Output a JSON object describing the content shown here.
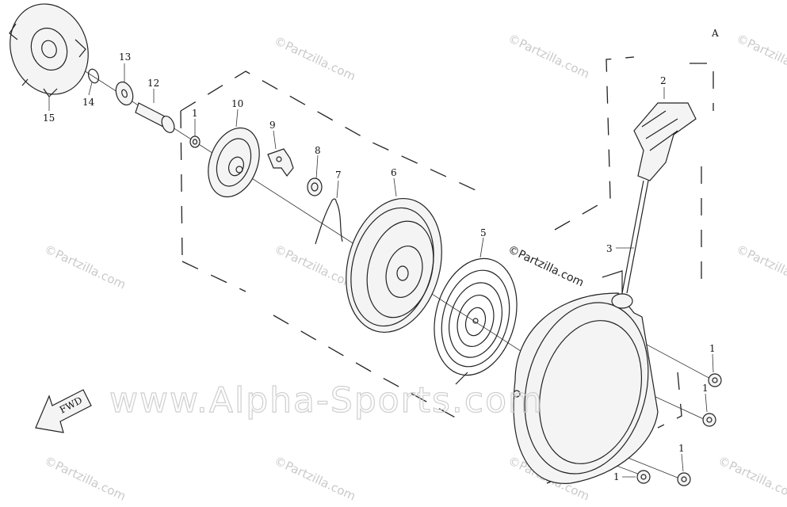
{
  "diagram": {
    "callouts": {
      "p1a": "1",
      "p2": "2",
      "p3": "3",
      "p5": "5",
      "p6": "6",
      "p7": "7",
      "p8": "8",
      "p9": "9",
      "p10": "10",
      "p12": "12",
      "p13": "13",
      "p14": "14",
      "p15": "15",
      "p1b": "1",
      "p1c": "1",
      "p1d": "1",
      "p1e": "1",
      "pA": "A"
    },
    "fwd_label": "FWD",
    "watermark_small": "©Partzilla.com",
    "watermark_mid": "©Partzilla.com",
    "watermark_big": "www.Alpha-Sports.com"
  }
}
